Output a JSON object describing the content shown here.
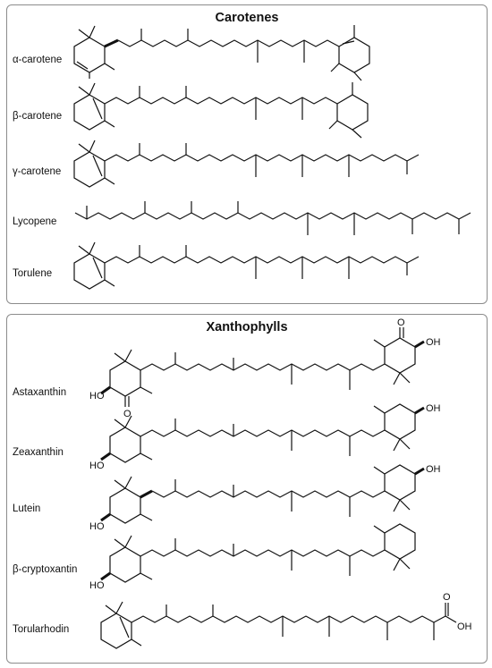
{
  "carotenes": {
    "title": "Carotenes",
    "items": [
      {
        "label": "α-carotene"
      },
      {
        "label": "β-carotene"
      },
      {
        "label": "γ-carotene"
      },
      {
        "label": "Lycopene"
      },
      {
        "label": "Torulene"
      }
    ]
  },
  "xanthophylls": {
    "title": "Xanthophylls",
    "items": [
      {
        "label": "Astaxanthin"
      },
      {
        "label": "Zeaxanthin"
      },
      {
        "label": "Lutein"
      },
      {
        "label": "β-cryptoxantin"
      },
      {
        "label": "Torularhodin"
      }
    ]
  },
  "atoms": {
    "hydroxyl": "HO",
    "hydroxyl_right": "OH",
    "oxygen": "O"
  }
}
